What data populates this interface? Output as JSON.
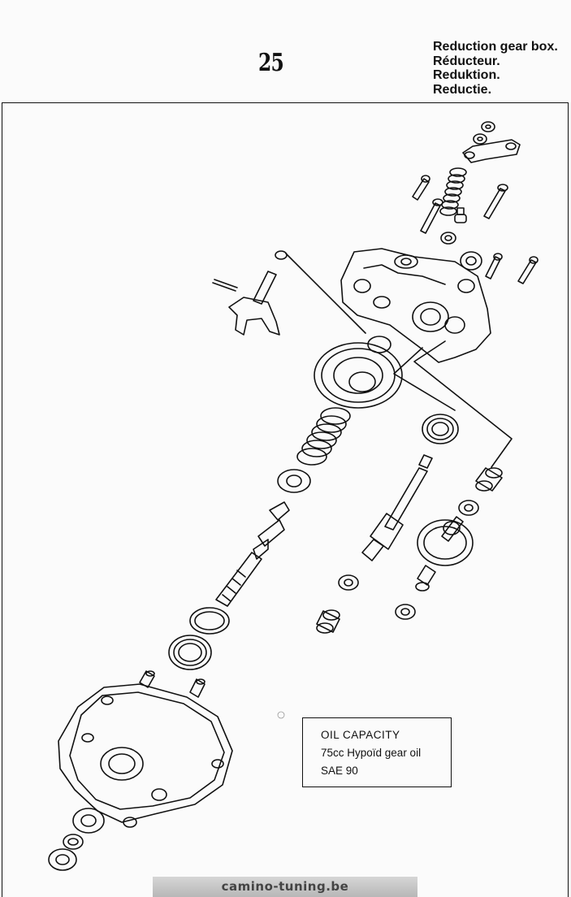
{
  "page": {
    "number": "25",
    "titles": [
      "Reduction gear box.",
      "Réducteur.",
      "Reduktion.",
      "Reductie."
    ]
  },
  "oil_box": {
    "heading": "OIL CAPACITY",
    "line1": "75cc Hypoïd gear oil",
    "line2": "SAE 90"
  },
  "watermark": "camino-tuning.be"
}
